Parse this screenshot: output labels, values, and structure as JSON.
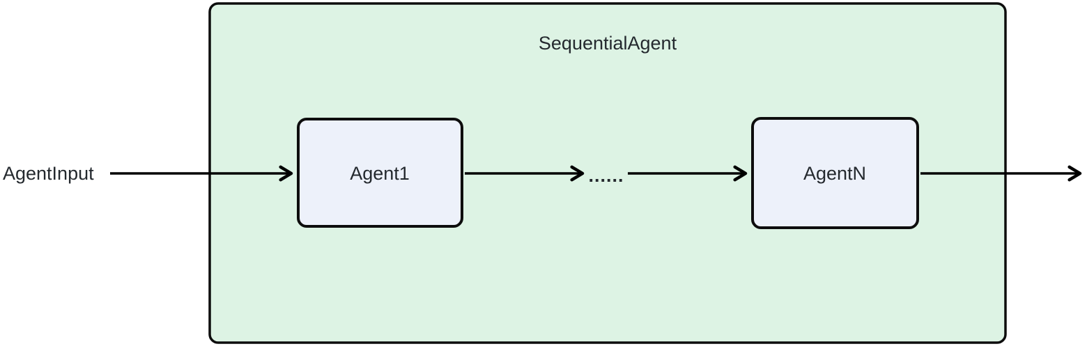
{
  "diagram": {
    "type": "flowchart",
    "container": {
      "label": "SequentialAgent"
    },
    "input_label": "AgentInput",
    "nodes": [
      {
        "id": "agent1",
        "label": "Agent1"
      },
      {
        "id": "agentN",
        "label": "AgentN"
      }
    ],
    "edges": [
      {
        "from": "AgentInput",
        "to": "Agent1",
        "label": ""
      },
      {
        "from": "Agent1",
        "to": "AgentN",
        "label": "......"
      },
      {
        "from": "AgentN",
        "to": "output",
        "label": ""
      }
    ],
    "ellipsis_label": "......",
    "colors": {
      "container_fill": "#ddf3e4",
      "container_border": "#0d0d0d",
      "node_fill": "#edf1fa",
      "node_border": "#0d0d0d",
      "edge": "#000000",
      "text": "#24292e"
    }
  }
}
